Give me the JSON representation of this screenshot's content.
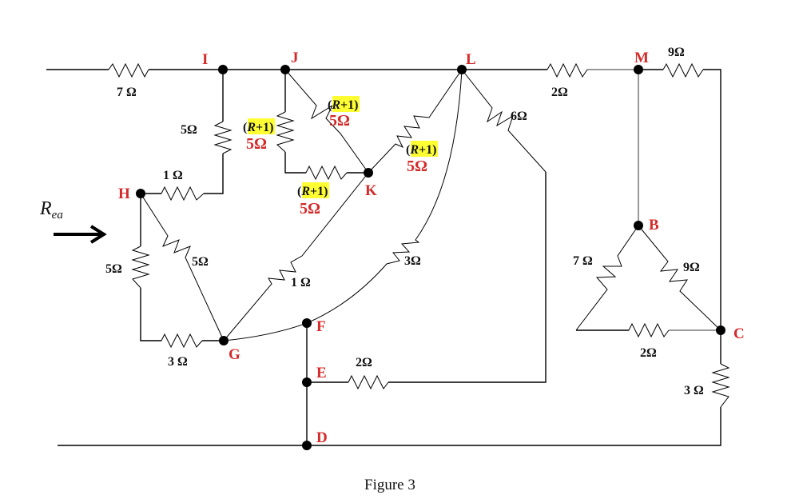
{
  "figure": {
    "caption": "Figure 3",
    "input_label": {
      "main": "R",
      "subscript": "ea"
    },
    "nodes": [
      "I",
      "J",
      "K",
      "L",
      "M",
      "H",
      "G",
      "F",
      "E",
      "D",
      "B",
      "C"
    ],
    "resistors": {
      "input_7": "7 Ω",
      "I_H_5": "5Ω",
      "H_1": "1 Ω",
      "J_K_vertical": {
        "expr": "(R+1)",
        "value": "5Ω"
      },
      "J_K_diag": {
        "expr": "(R+1)",
        "value": "5Ω"
      },
      "J_K_horizontal": {
        "expr": "(R+1)",
        "value": "5Ω"
      },
      "K_L": {
        "expr": "(R+1)",
        "value": "5Ω"
      },
      "L_M_2": "2Ω",
      "M_right_9": "9Ω",
      "L_6": "6Ω",
      "H_G_diag_5": "5Ω",
      "H_vertical_5": "5Ω",
      "H_G_bottom_3": "3 Ω",
      "G_K_1": "1 Ω",
      "L_F_3": "3Ω",
      "E_2": "2Ω",
      "B_left_7": "7 Ω",
      "B_C_9": "9Ω",
      "C_left_2": "2Ω",
      "C_D_3": "3 Ω"
    },
    "highlight_color": "#ffff33",
    "node_label_color": "#d42a2a"
  }
}
